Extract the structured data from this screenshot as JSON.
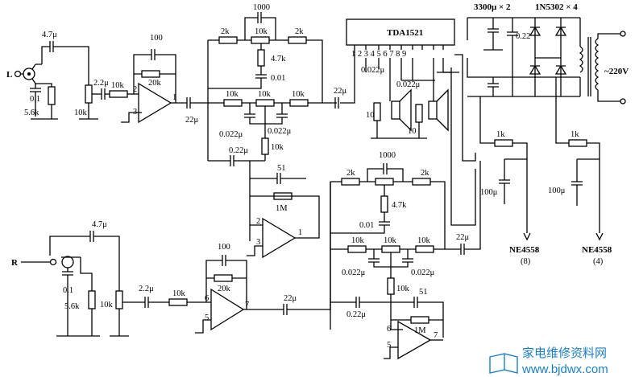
{
  "labels": {
    "input_L": "L",
    "input_R": "R",
    "cap_4u7_L": "4.7μ",
    "cap_4u7_R": "4.7μ",
    "cap_0u1_L": "0.1",
    "cap_0u1_R": "0.1",
    "res_5k6_L": "5.6k",
    "res_5k6_R": "5.6k",
    "pot_10k_L": "10k",
    "pot_10k_R": "10k",
    "cap_2u2_L": "2.2μ",
    "cap_2u2_R": "2.2μ",
    "res_10k_in_L": "10k",
    "res_10k_in_R": "10k",
    "cap_100_L": "100",
    "cap_100_R": "100",
    "res_20k_L": "20k",
    "res_20k_R": "20k",
    "op1_pin2": "2",
    "op1_pin3": "3",
    "op1_pin1": "1",
    "op3_pin6": "6",
    "op3_pin5": "5",
    "op3_pin7": "7",
    "cap_22u_a": "22μ",
    "cap_22u_b": "22μ",
    "cap_22u_c": "22μ",
    "cap_22u_d": "22μ",
    "tone_L_2k_a": "2k",
    "tone_L_1000": "1000",
    "tone_L_10k_top": "10k",
    "tone_L_2k_b": "2k",
    "tone_L_4k7": "4.7k",
    "tone_L_0u01": "0.01",
    "tone_L_10k_a": "10k",
    "tone_L_10k_b": "10k",
    "tone_L_10k_c": "10k",
    "tone_L_0022_a": "0.022μ",
    "tone_L_0022_b": "0.022μ",
    "tone_L_0u22": "0.22μ",
    "tone_L_10k_d": "10k",
    "tone_L_51": "51",
    "tone_L_1M": "1M",
    "op2_pin2": "2",
    "op2_pin3": "3",
    "op2_pin1": "1",
    "tone_R_2k_a": "2k",
    "tone_R_1000": "1000",
    "tone_R_2k_b": "2k",
    "tone_R_4k7": "4.7k",
    "tone_R_0u01": "0.01",
    "tone_R_10k_a": "10k",
    "tone_R_10k_b": "10k",
    "tone_R_10k_c": "10k",
    "tone_R_0022_a": "0.022μ",
    "tone_R_0022_b": "0.022μ",
    "tone_R_10k_d": "10k",
    "tone_R_0u22": "0.22μ",
    "tone_R_51": "51",
    "tone_R_1M": "1M",
    "op4_pin6": "6",
    "op4_pin5": "5",
    "op4_pin7": "7",
    "ic_name": "TDA1521",
    "ic_pins": "1 2 3 4 5 6 7 8 9",
    "amp_0022_a": "0.022μ",
    "amp_0022_b": "0.022μ",
    "amp_10_a": "10",
    "amp_10_b": "10",
    "psu_caps": "3300μ × 2",
    "psu_diodes": "1N5302 × 4",
    "psu_022": "0.22",
    "mains": "~220V",
    "res_1k_a": "1k",
    "res_1k_b": "1k",
    "cap_100u_a": "100μ",
    "cap_100u_b": "100μ",
    "ne_a_name": "NE4558",
    "ne_a_pin": "(8)",
    "ne_b_name": "NE4558",
    "ne_b_pin": "(4)",
    "watermark_cn": "家电维修资料网",
    "watermark_url": "www.bjdwx.com"
  },
  "colors": {
    "ink": "#000000",
    "watermark": "#1a7fc4"
  }
}
